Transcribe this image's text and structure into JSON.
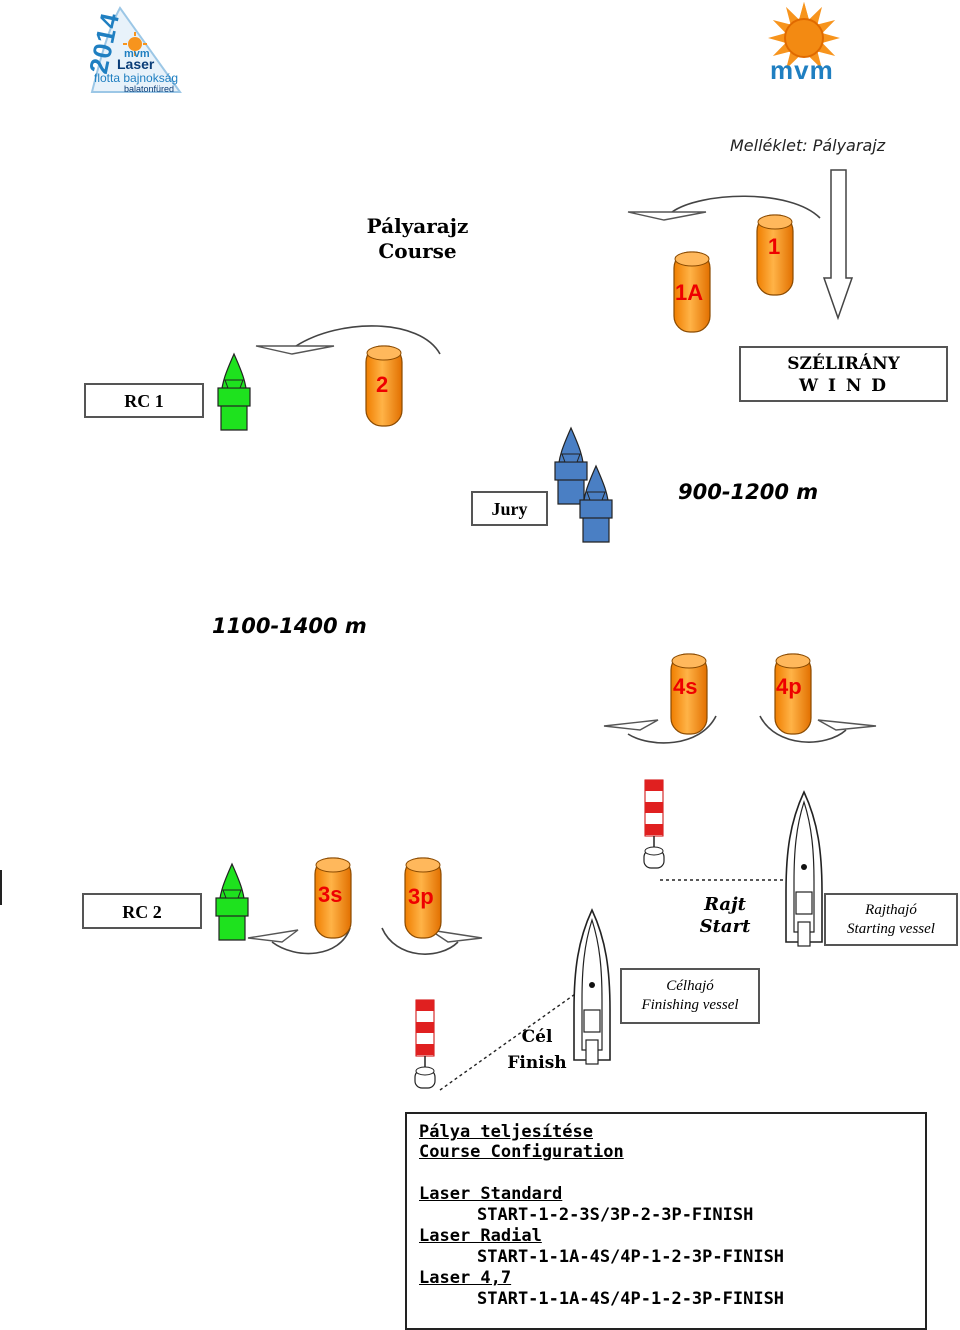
{
  "logos": {
    "left": {
      "year": "2014",
      "brand": "mvm",
      "name": "Laser",
      "line1": "flotta bajnokság",
      "line2": "balatonfüred"
    },
    "right": {
      "brand": "mvm"
    }
  },
  "appendix_label": "Melléklet: Pályarajz",
  "title": {
    "line1": "Pályarajz",
    "line2": "Course"
  },
  "wind_box": {
    "line1": "SZÉLIRÁNY",
    "line2": "W I N D"
  },
  "rc1": "RC 1",
  "rc2": "RC 2",
  "jury": "Jury",
  "dist1": "900-1200 m",
  "dist2": "1100-1400 m",
  "marks": {
    "m1": "1",
    "m1a": "1A",
    "m2": "2",
    "m4s": "4s",
    "m4p": "4p",
    "m3s": "3s",
    "m3p": "3p"
  },
  "start": {
    "line1": "Rajt",
    "line2": "Start"
  },
  "starting_vessel": {
    "line1": "Rajthajó",
    "line2": "Starting vessel"
  },
  "finishing_vessel": {
    "line1": "Célhajó",
    "line2": "Finishing vessel"
  },
  "finish": {
    "line1": "Cél",
    "line2": "Finish"
  },
  "config": {
    "heading1": "Pálya teljesítése",
    "heading2": "Course Configuration",
    "classes": [
      {
        "name": "Laser Standard",
        "course": "START-1-2-3S/3P-2-3P-FINISH"
      },
      {
        "name": "Laser Radial",
        "course": "START-1-1A-4S/4P-1-2-3P-FINISH"
      },
      {
        "name": "Laser 4,7",
        "course": "START-1-1A-4S/4P-1-2-3P-FINISH"
      }
    ]
  },
  "colors": {
    "buoy_orange": "#ff9a1f",
    "mark_label_red": "#e00000",
    "rc_boat_green": "#1ee21e",
    "jury_boat_blue": "#4a7fc4",
    "sun_orange": "#f7941d",
    "logo_blue": "#1f7fc1"
  }
}
